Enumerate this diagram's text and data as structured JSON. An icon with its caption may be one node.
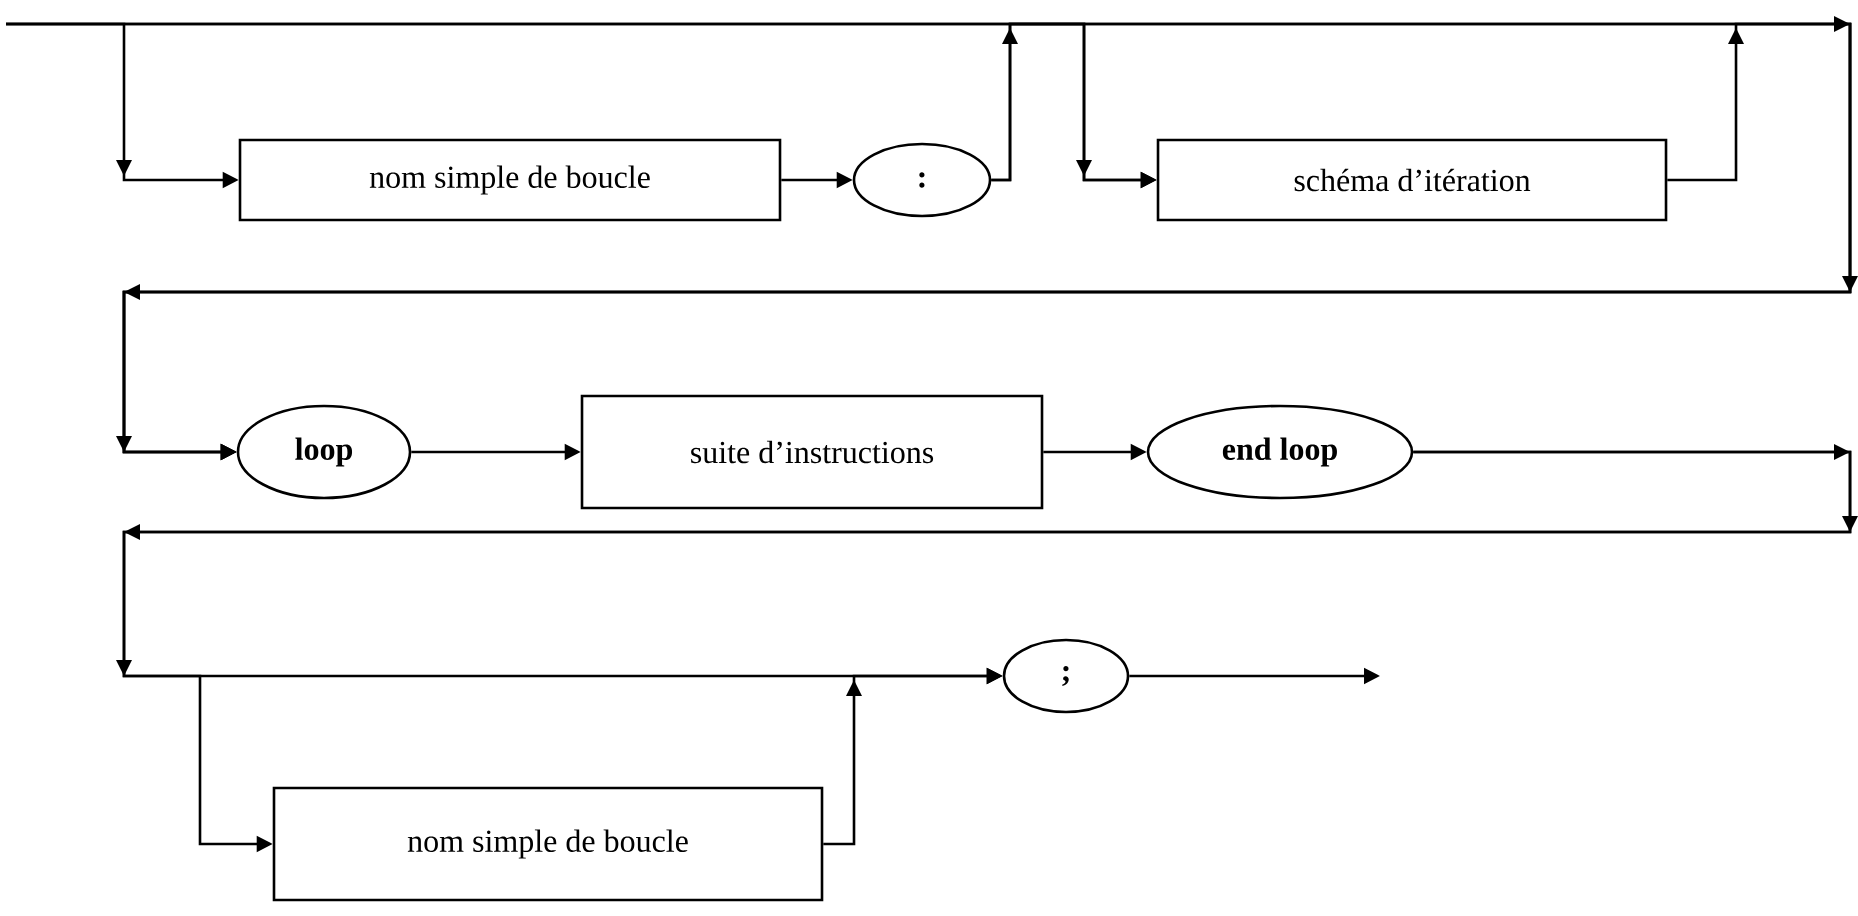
{
  "diagram": {
    "nodes": [
      {
        "text": [
          "nom simple de boucle"
        ]
      },
      {
        "text": [
          ":"
        ]
      },
      {
        "text": [
          "schéma d’itération"
        ]
      },
      {
        "text": [
          "loop"
        ]
      },
      {
        "text": [
          "suite d’instructions"
        ]
      },
      {
        "text": [
          "end loop"
        ]
      },
      {
        "text": [
          "nom simple de boucle"
        ]
      },
      {
        "text": [
          ";"
        ]
      }
    ],
    "edges": [
      {
        "from": null,
        "to": 0,
        "arrow": "to"
      },
      {
        "from": 0,
        "to": 1,
        "arrow": "to"
      },
      {
        "from": 1,
        "to": 2,
        "arrow": "to"
      },
      {
        "from": 1,
        "to": 3,
        "arrow": "to"
      },
      {
        "from": 2,
        "to": 3,
        "arrow": "to"
      },
      {
        "from": null,
        "to": 2,
        "arrow": "to"
      },
      {
        "from": null,
        "to": 3,
        "arrow": "to"
      },
      {
        "from": 3,
        "to": 4,
        "arrow": "to"
      },
      {
        "from": 4,
        "to": 5,
        "arrow": "to"
      },
      {
        "from": 5,
        "to": 6,
        "arrow": "to"
      },
      {
        "from": 5,
        "to": 7,
        "arrow": "to"
      },
      {
        "from": 6,
        "to": 7,
        "arrow": "to"
      },
      {
        "from": 7,
        "to": null,
        "arrow": "to"
      }
    ]
  }
}
